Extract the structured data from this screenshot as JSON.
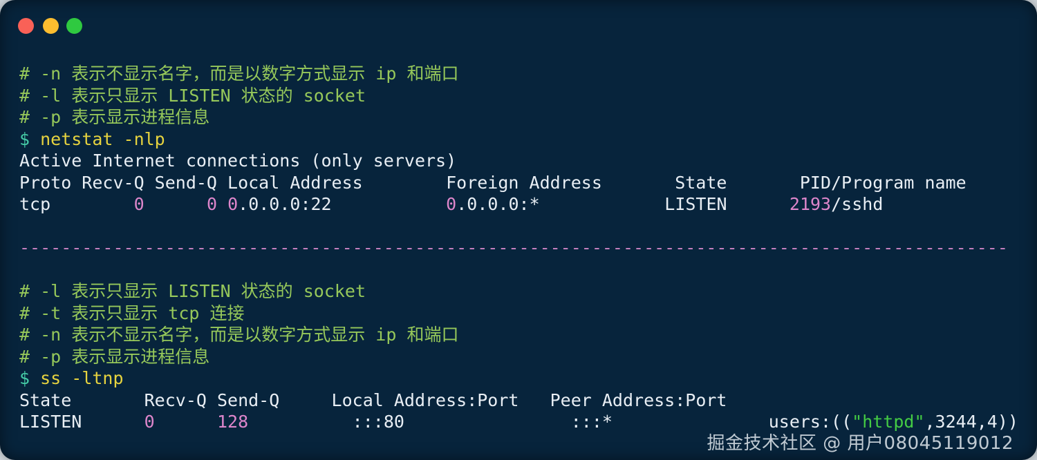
{
  "colors": {
    "plain": "#e8eef4",
    "comment": "#96c85a",
    "command": "#e6d33f",
    "prompt": "#45cba6",
    "number": "#dd86cb",
    "string": "#44cb44",
    "separator": "#c47fbe"
  },
  "window": {
    "dot_colors": [
      "#f96157",
      "#fcbd2f",
      "#2fc940"
    ],
    "dot_names": [
      "close",
      "minimize",
      "maximize"
    ]
  },
  "terminal": {
    "lines": [
      {
        "segments": [
          {
            "text": "# -n 表示不显示名字，而是以数字方式显示 ip 和端口",
            "color": "comment"
          }
        ]
      },
      {
        "segments": [
          {
            "text": "# -l 表示只显示 LISTEN 状态的 socket",
            "color": "comment"
          }
        ]
      },
      {
        "segments": [
          {
            "text": "# -p 表示显示进程信息",
            "color": "comment"
          }
        ]
      },
      {
        "segments": [
          {
            "text": "$ ",
            "color": "prompt"
          },
          {
            "text": "netstat -nlp",
            "color": "command"
          }
        ]
      },
      {
        "segments": [
          {
            "text": "Active Internet connections (only servers)",
            "color": "plain"
          }
        ]
      },
      {
        "segments": [
          {
            "text": "Proto Recv-Q Send-Q Local Address        Foreign Address       State       PID/Program name",
            "color": "plain"
          }
        ]
      },
      {
        "segments": [
          {
            "text": "tcp        ",
            "color": "plain"
          },
          {
            "text": "0",
            "color": "number"
          },
          {
            "text": "      ",
            "color": "plain"
          },
          {
            "text": "0",
            "color": "number"
          },
          {
            "text": " ",
            "color": "plain"
          },
          {
            "text": "0",
            "color": "number"
          },
          {
            "text": ".0.0.0:22           ",
            "color": "plain"
          },
          {
            "text": "0",
            "color": "number"
          },
          {
            "text": ".0.0.0:*            ",
            "color": "plain"
          },
          {
            "text": "LISTEN      ",
            "color": "plain"
          },
          {
            "text": "2193",
            "color": "number"
          },
          {
            "text": "/sshd",
            "color": "plain"
          }
        ]
      },
      {
        "segments": []
      },
      {
        "segments": [
          {
            "text": "-----------------------------------------------------------------------------------------------",
            "color": "separator"
          }
        ]
      },
      {
        "segments": []
      },
      {
        "segments": [
          {
            "text": "# -l 表示只显示 LISTEN 状态的 socket",
            "color": "comment"
          }
        ]
      },
      {
        "segments": [
          {
            "text": "# -t 表示只显示 tcp 连接",
            "color": "comment"
          }
        ]
      },
      {
        "segments": [
          {
            "text": "# -n 表示不显示名字，而是以数字方式显示 ip 和端口",
            "color": "comment"
          }
        ]
      },
      {
        "segments": [
          {
            "text": "# -p 表示显示进程信息",
            "color": "comment"
          }
        ]
      },
      {
        "segments": [
          {
            "text": "$ ",
            "color": "prompt"
          },
          {
            "text": "ss -ltnp",
            "color": "command"
          }
        ]
      },
      {
        "segments": [
          {
            "text": "State       Recv-Q Send-Q     Local Address:Port   Peer Address:Port",
            "color": "plain"
          }
        ]
      },
      {
        "segments": [
          {
            "text": "LISTEN      ",
            "color": "plain"
          },
          {
            "text": "0",
            "color": "number"
          },
          {
            "text": "      ",
            "color": "plain"
          },
          {
            "text": "128",
            "color": "number"
          },
          {
            "text": "          :::80                :::*               users:((",
            "color": "plain"
          },
          {
            "text": "\"httpd\"",
            "color": "string"
          },
          {
            "text": ",3244,4))",
            "color": "plain"
          }
        ]
      }
    ]
  },
  "watermark": {
    "text": "掘金技术社区 @ 用户08045119012"
  }
}
